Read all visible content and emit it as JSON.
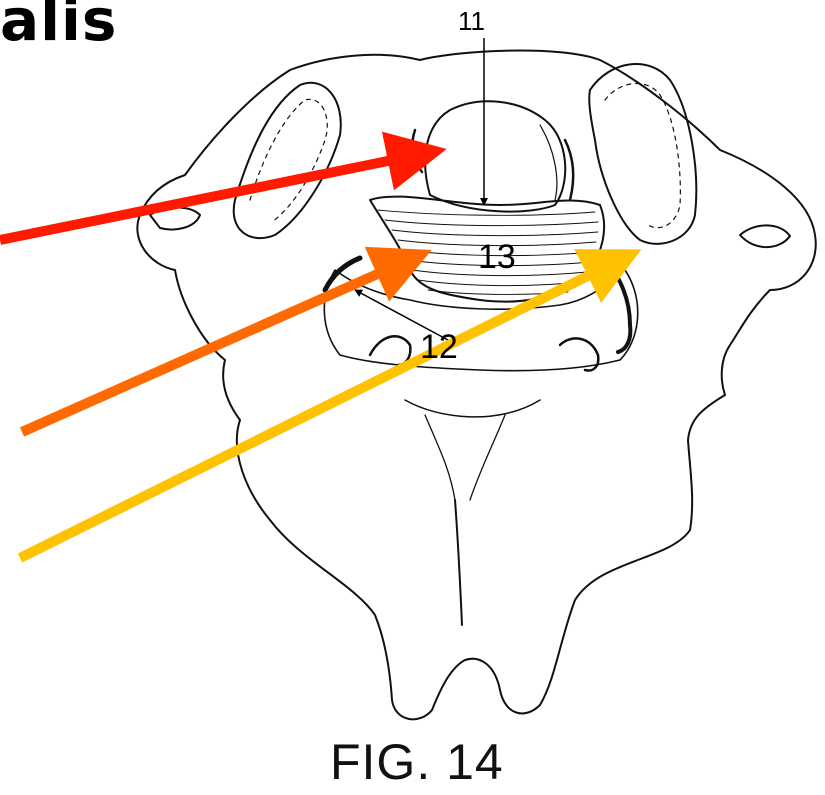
{
  "title": "alis",
  "labels": {
    "l11": "11",
    "l12": "12",
    "l13": "13"
  },
  "caption": "FIG. 14",
  "arrows": [
    {
      "name": "red-arrow",
      "color": "#ff1a00"
    },
    {
      "name": "orange-arrow",
      "color": "#ff6a00"
    },
    {
      "name": "yellow-arrow",
      "color": "#ffc200"
    }
  ]
}
